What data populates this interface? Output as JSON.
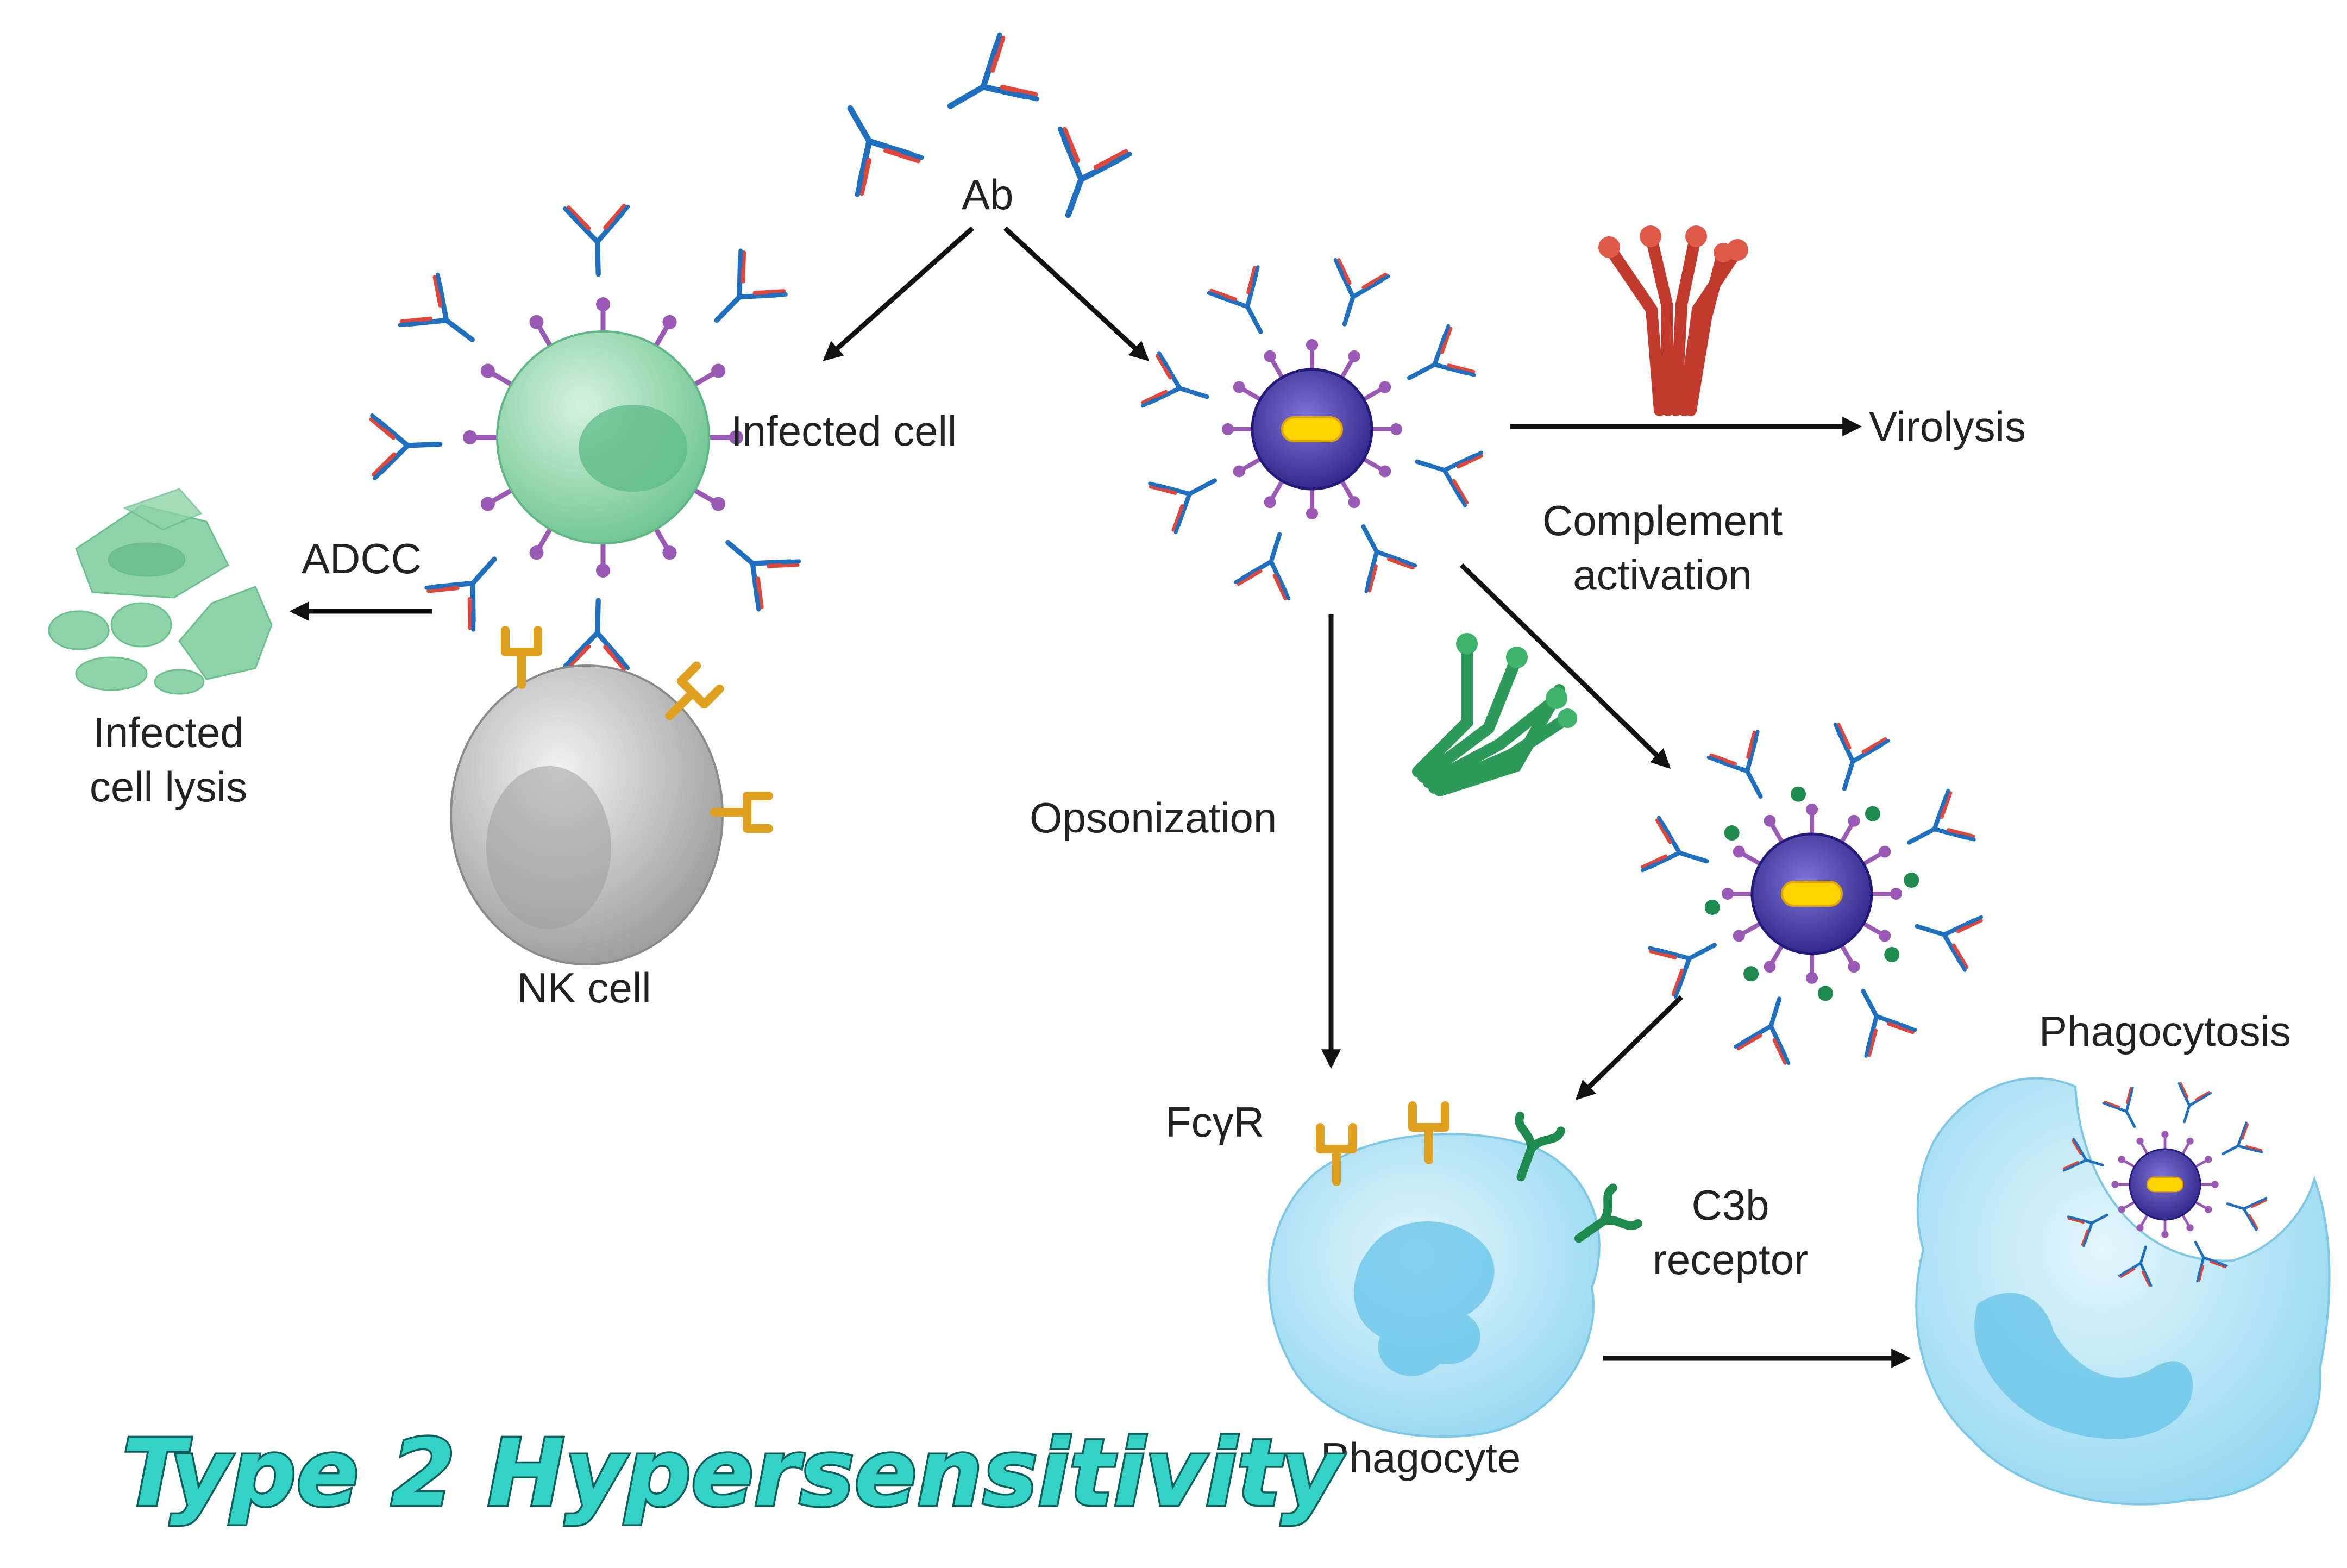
{
  "title": "Type 2 Hypersensitivity",
  "labels": {
    "ab": "Ab",
    "infected_cell": "Infected cell",
    "adcc": "ADCC",
    "infected_cell_lysis": [
      "Infected",
      "cell lysis"
    ],
    "nk_cell": "NK cell",
    "virolysis": "Virolysis",
    "complement_activation": [
      "Complement",
      "activation"
    ],
    "opsonization": "Opsonization",
    "fcgr": "FcγR",
    "c3b_receptor": [
      "C3b",
      "receptor"
    ],
    "phagocyte": "Phagocyte",
    "phagocytosis": "Phagocytosis"
  },
  "colors": {
    "antibody_blue": "#1f6fc0",
    "antibody_red": "#e0463a",
    "antigen_purple": "#9b59b6",
    "infected_cell_green": "#7fcf9f",
    "nk_cell_gray": "#b8b8b8",
    "fc_receptor_gold": "#e0a020",
    "c3b_green": "#1e8a4e",
    "virus_navy": "#3a2f9e",
    "virus_core_yellow": "#ffd400",
    "complement_red": "#d9483a",
    "complement_green": "#2e9a5a",
    "phagocyte_blue": "#aee3f5",
    "title_teal": "#33d1c6"
  }
}
